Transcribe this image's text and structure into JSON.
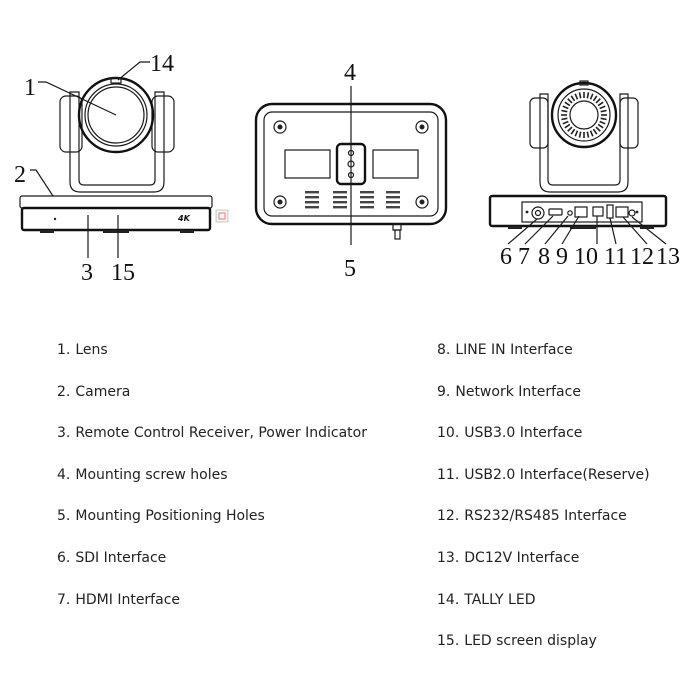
{
  "diagram": {
    "views": [
      {
        "id": "front",
        "callouts": [
          "1",
          "14",
          "2",
          "3",
          "15"
        ],
        "badge": "4K"
      },
      {
        "id": "bottom",
        "callouts": [
          "4",
          "5"
        ]
      },
      {
        "id": "rear",
        "callouts": [
          "6",
          "7",
          "8",
          "9",
          "10",
          "11",
          "12",
          "13"
        ]
      }
    ]
  },
  "legend": {
    "left": [
      {
        "num": "1.",
        "label": "Lens"
      },
      {
        "num": "2.",
        "label": "Camera"
      },
      {
        "num": "3.",
        "label": "Remote Control Receiver, Power Indicator"
      },
      {
        "num": "4.",
        "label": "Mounting screw holes"
      },
      {
        "num": "5.",
        "label": "Mounting Positioning Holes"
      },
      {
        "num": "6.",
        "label": "SDI Interface"
      },
      {
        "num": "7.",
        "label": "HDMI Interface"
      }
    ],
    "right": [
      {
        "num": "8.",
        "label": "LINE IN Interface"
      },
      {
        "num": "9.",
        "label": "Network Interface"
      },
      {
        "num": "10.",
        "label": "USB3.0 Interface"
      },
      {
        "num": "11.",
        "label": "USB2.0 Interface(Reserve)"
      },
      {
        "num": "12.",
        "label": "RS232/RS485 Interface"
      },
      {
        "num": "13.",
        "label": "DC12V Interface"
      },
      {
        "num": "14.",
        "label": "TALLY LED"
      },
      {
        "num": "15.",
        "label": "LED screen display"
      }
    ]
  }
}
